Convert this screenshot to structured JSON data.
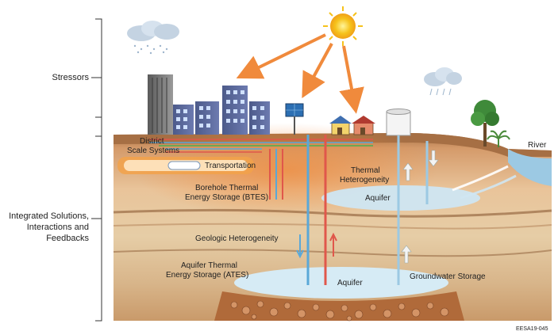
{
  "side_labels": {
    "stressors": "Stressors",
    "integrated": [
      "Integrated Solutions,",
      "Interactions and",
      "Feedbacks"
    ]
  },
  "labels": {
    "district": [
      "District",
      "Scale Systems"
    ],
    "transportation": "Transportation",
    "thermal_heterogeneity": [
      "Thermal",
      "Heterogeneity"
    ],
    "btes": [
      "Borehole Thermal",
      "Energy Storage (BTES)"
    ],
    "aquifer_upper": "Aquifer",
    "geologic": "Geologic Heterogeneity",
    "ates": [
      "Aquifer Thermal",
      "Energy Storage (ATES)"
    ],
    "aquifer_lower": "Aquifer",
    "groundwater": "Groundwater Storage",
    "river": "River",
    "code": "EESA19-045"
  },
  "icons": [
    "sun-icon",
    "storm-cloud-icon",
    "rain-cloud-icon",
    "solar-panel-icon",
    "tree-icon",
    "palm-icon",
    "house-icon",
    "water-tank-icon"
  ],
  "colors": {
    "sky": "#ffffff",
    "soil_top": "#b07a4f",
    "soil_warm": "#e9a06a",
    "aquifer": "#cfe6f2",
    "river": "#9cc9e3",
    "sun": "#f6c21b",
    "arrow": "#f08a3c",
    "hot_pipe": "#e0574b",
    "cold_pipe": "#5aa8d8",
    "green_pipe": "#4caf50"
  }
}
